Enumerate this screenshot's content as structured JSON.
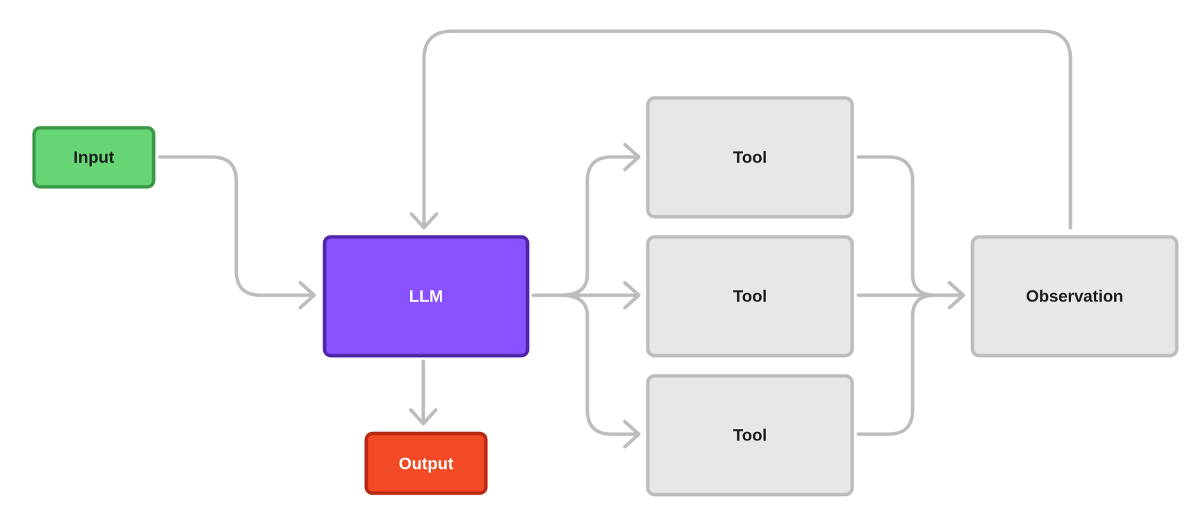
{
  "colors": {
    "edge": "#bdbdbd",
    "input_fill": "#66d575",
    "input_stroke": "#3b9a48",
    "llm_fill": "#8a52ff",
    "llm_stroke": "#4f26a8",
    "output_fill": "#f24a25",
    "output_stroke": "#b82a13",
    "tool_fill": "#e7e7e7",
    "tool_stroke": "#bdbdbd",
    "dark_text": "#1e1e1e",
    "light_text": "#ffffff"
  },
  "nodes": {
    "input": {
      "label": "Input"
    },
    "llm": {
      "label": "LLM"
    },
    "output": {
      "label": "Output"
    },
    "tool_1": {
      "label": "Tool"
    },
    "tool_2": {
      "label": "Tool"
    },
    "tool_3": {
      "label": "Tool"
    },
    "observation": {
      "label": "Observation"
    }
  }
}
